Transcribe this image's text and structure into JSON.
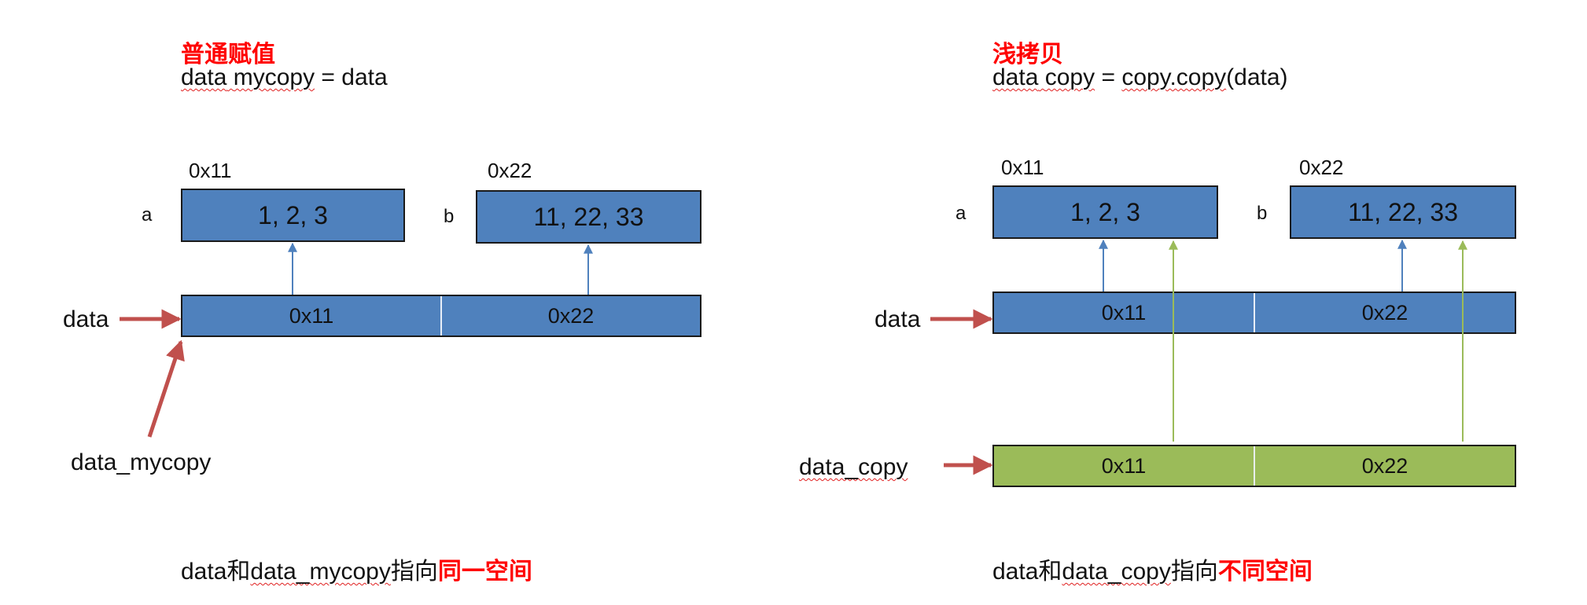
{
  "left": {
    "title": "普通赋值",
    "code": {
      "p1": "data",
      "p2": "mycopy",
      "p3": " = data"
    },
    "obj_a": {
      "address": "0x11",
      "var": "a",
      "value": "1, 2, 3"
    },
    "obj_b": {
      "address": "0x22",
      "var": "b",
      "value": "11, 22, 33"
    },
    "list_data": {
      "label": "data",
      "cells": [
        "0x11",
        "0x22"
      ]
    },
    "alias_label": "data_mycopy",
    "caption": {
      "p1": "data和",
      "p2": "data_mycopy",
      "p3": "指向",
      "emph": "同一空间"
    }
  },
  "right": {
    "title": "浅拷贝",
    "code": {
      "p1": "data",
      "p2": "copy",
      "p3": " = ",
      "p4": "copy.copy",
      "p5": "(data)"
    },
    "obj_a": {
      "address": "0x11",
      "var": "a",
      "value": "1, 2, 3"
    },
    "obj_b": {
      "address": "0x22",
      "var": "b",
      "value": "11, 22, 33"
    },
    "list_data": {
      "label": "data",
      "cells": [
        "0x11",
        "0x22"
      ]
    },
    "list_copy": {
      "label": "data_copy",
      "cells": [
        "0x11",
        "0x22"
      ]
    },
    "caption": {
      "p1": "data和",
      "p2": "data_copy",
      "p3": "指向",
      "emph": "不同空间"
    }
  },
  "colors": {
    "box_blue": "#4f81bd",
    "box_green": "#9bbb59",
    "arrow_red": "#c0504d",
    "arrow_blue": "#4f81bd",
    "arrow_green": "#9bbb59",
    "emphasis_red": "#ff0000"
  }
}
